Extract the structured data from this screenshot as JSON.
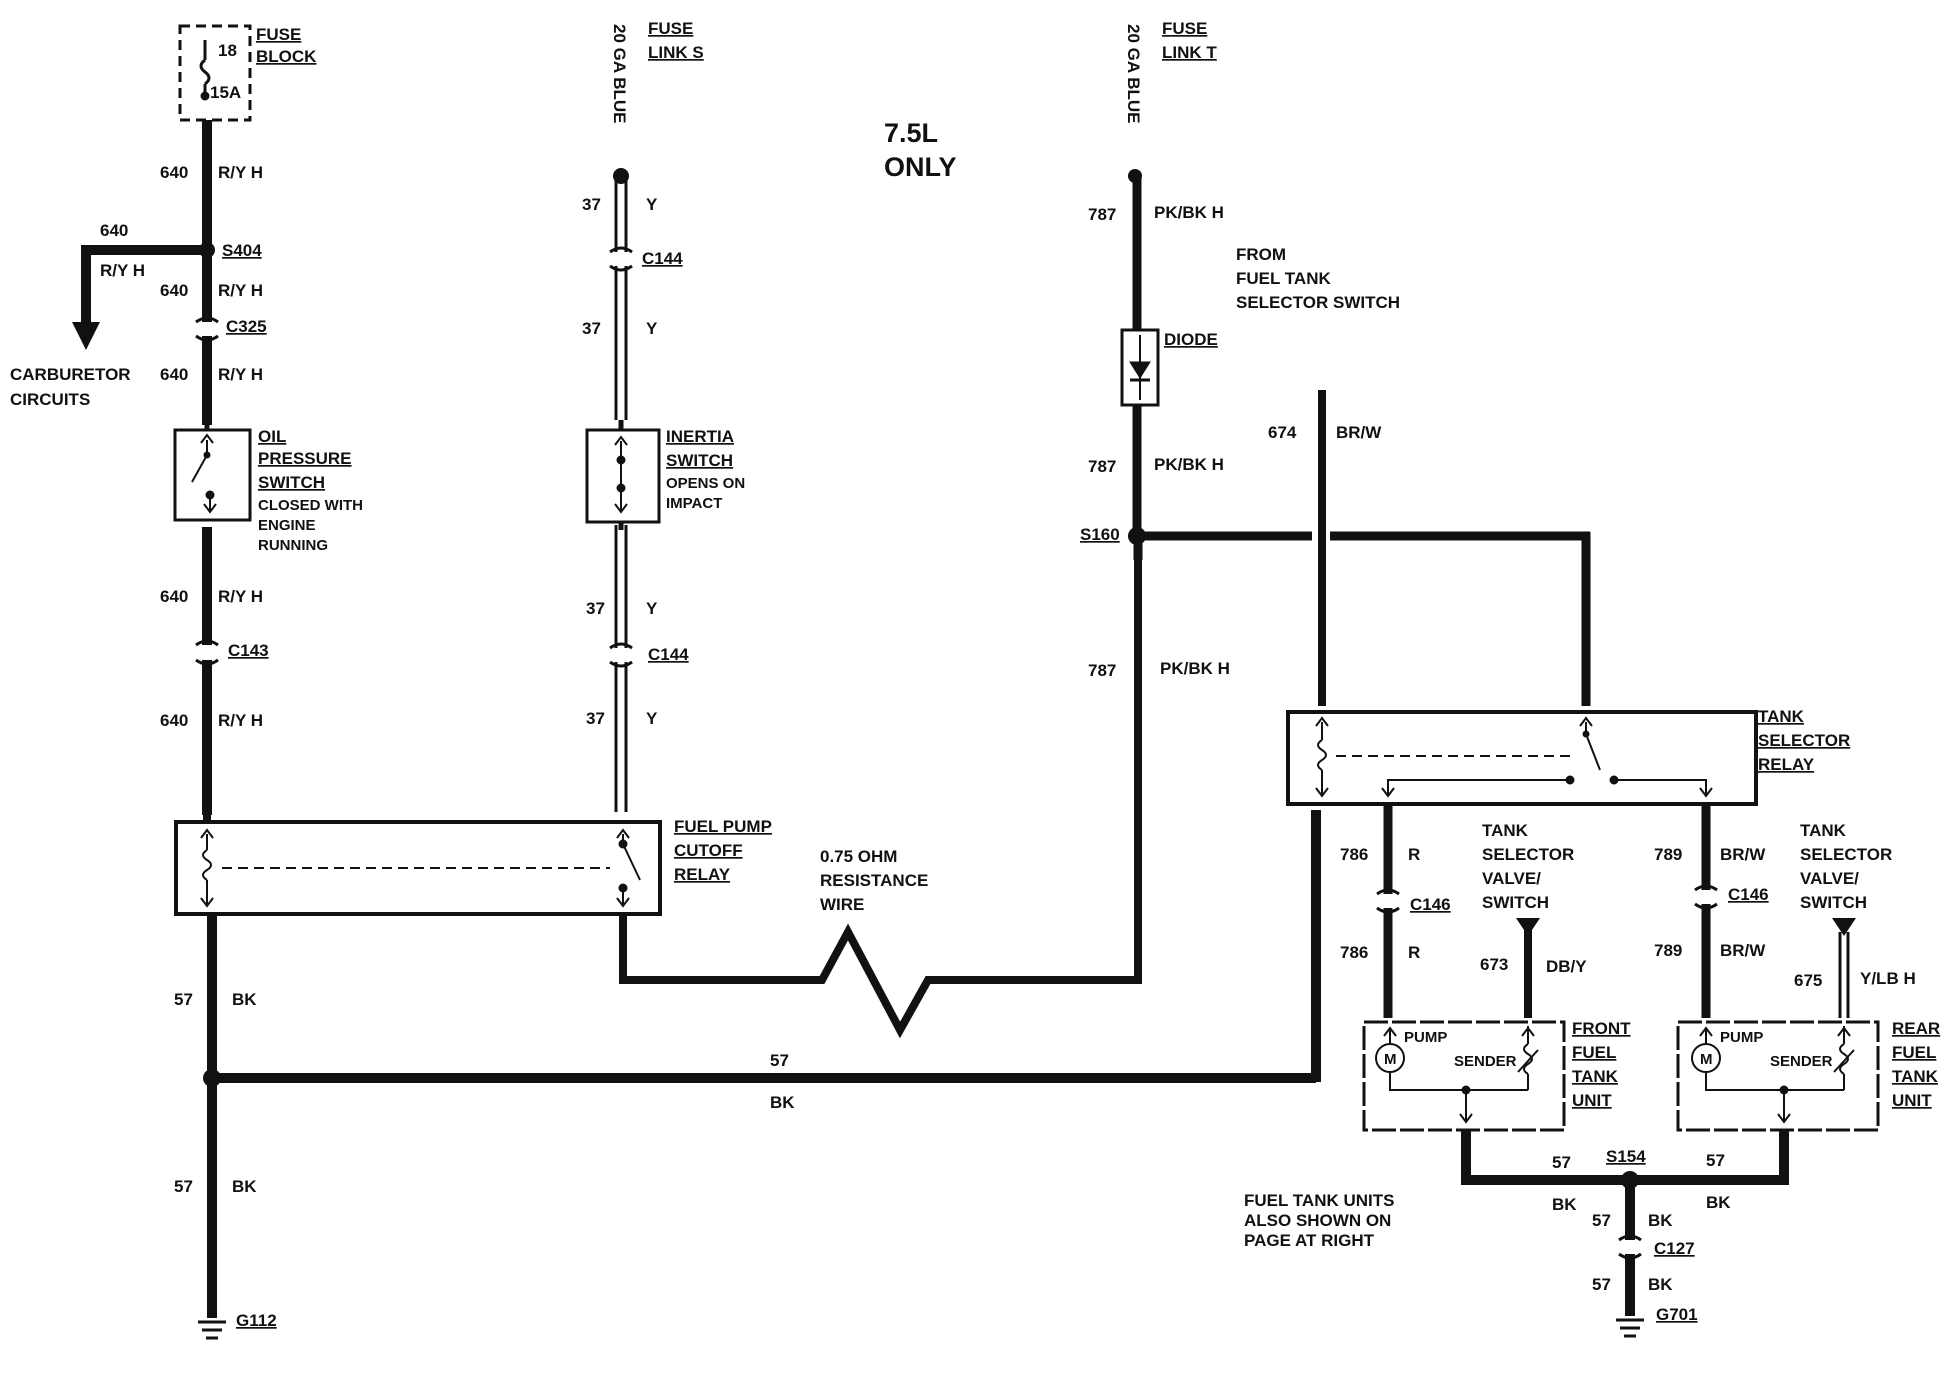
{
  "colors": {
    "ink": "#111111",
    "background": "#ffffff"
  },
  "icons": [
    "ground-icon",
    "motor-icon",
    "diode-icon",
    "splice-dot-icon",
    "arrow-down-icon"
  ],
  "labels": {
    "fuse_block_num": "18",
    "fuse_block_amp": "15A",
    "fuse_block_l1": "FUSE",
    "fuse_block_l2": "BLOCK",
    "fuse_link_s_l1": "FUSE",
    "fuse_link_s_l2": "LINK S",
    "fuse_link_t_l1": "FUSE",
    "fuse_link_t_l2": "LINK T",
    "ga_blue_s": "20 GA BLUE",
    "ga_blue_t": "20 GA BLUE",
    "engine_l1": "7.5L",
    "engine_l2": "ONLY",
    "carb_l1": "CARBURETOR",
    "carb_l2": "CIRCUITS",
    "oil_l1": "OIL",
    "oil_l2": "PRESSURE",
    "oil_l3": "SWITCH",
    "oil_l4": "CLOSED WITH",
    "oil_l5": "ENGINE",
    "oil_l6": "RUNNING",
    "inertia_l1": "INERTIA",
    "inertia_l2": "SWITCH",
    "inertia_l3": "OPENS ON",
    "inertia_l4": "IMPACT",
    "from_l1": "FROM",
    "from_l2": "FUEL TANK",
    "from_l3": "SELECTOR SWITCH",
    "diode": "DIODE",
    "fpcr_l1": "FUEL PUMP",
    "fpcr_l2": "CUTOFF",
    "fpcr_l3": "RELAY",
    "res_l1": "0.75 OHM",
    "res_l2": "RESISTANCE",
    "res_l3": "WIRE",
    "tsr_l1": "TANK",
    "tsr_l2": "SELECTOR",
    "tsr_l3": "RELAY",
    "tsv_l1": "TANK",
    "tsv_l2": "SELECTOR",
    "tsv_l3": "VALVE/",
    "tsv_l4": "SWITCH",
    "front_l1": "FRONT",
    "front_l2": "FUEL",
    "front_l3": "TANK",
    "front_l4": "UNIT",
    "rear_l1": "REAR",
    "rear_l2": "FUEL",
    "rear_l3": "TANK",
    "rear_l4": "UNIT",
    "pump": "PUMP",
    "sender": "SENDER",
    "motor": "M",
    "note_l1": "FUEL TANK UNITS",
    "note_l2": "ALSO SHOWN ON",
    "note_l3": "PAGE AT RIGHT"
  },
  "connectors": {
    "s404": "S404",
    "c325": "C325",
    "c143": "C143",
    "c144a": "C144",
    "c144b": "C144",
    "s160": "S160",
    "c146a": "C146",
    "c146b": "C146",
    "s154": "S154",
    "c127": "C127",
    "g112": "G112",
    "g701": "G701"
  },
  "wires": {
    "w640a": {
      "num": "640",
      "color": "R/Y H"
    },
    "w640b": {
      "num": "640",
      "color": "R/Y H"
    },
    "w640c": {
      "num": "640",
      "color": "R/Y H"
    },
    "w640d": {
      "num": "640",
      "color": "R/Y H"
    },
    "w640e": {
      "num": "640",
      "color": "R/Y H"
    },
    "w640f": {
      "num": "640",
      "color": "R/Y H"
    },
    "w37a": {
      "num": "37",
      "color": "Y"
    },
    "w37b": {
      "num": "37",
      "color": "Y"
    },
    "w37c": {
      "num": "37",
      "color": "Y"
    },
    "w37d": {
      "num": "37",
      "color": "Y"
    },
    "w787a": {
      "num": "787",
      "color": "PK/BK H"
    },
    "w787b": {
      "num": "787",
      "color": "PK/BK H"
    },
    "w787c": {
      "num": "787",
      "color": "PK/BK H"
    },
    "w674": {
      "num": "674",
      "color": "BR/W"
    },
    "w57a": {
      "num": "57",
      "color": "BK"
    },
    "w57b": {
      "num": "57",
      "color": "BK"
    },
    "w57c": {
      "num": "57",
      "color": "BK"
    },
    "w786a": {
      "num": "786",
      "color": "R"
    },
    "w786b": {
      "num": "786",
      "color": "R"
    },
    "w789a": {
      "num": "789",
      "color": "BR/W"
    },
    "w789b": {
      "num": "789",
      "color": "BR/W"
    },
    "w673": {
      "num": "673",
      "color": "DB/Y"
    },
    "w675": {
      "num": "675",
      "color": "Y/LB H"
    },
    "w57d": {
      "num": "57",
      "color": "BK"
    },
    "w57e": {
      "num": "57",
      "color": "BK"
    },
    "w57f": {
      "num": "57",
      "color": "BK"
    },
    "w57g": {
      "num": "57",
      "color": "BK"
    }
  }
}
